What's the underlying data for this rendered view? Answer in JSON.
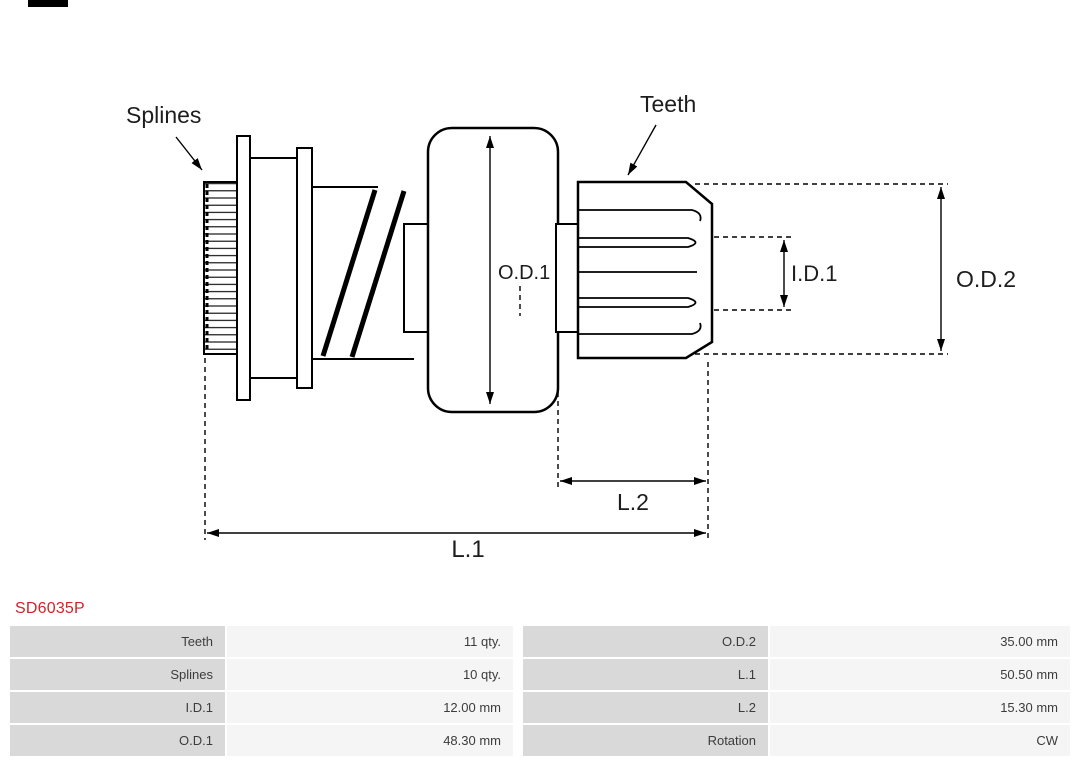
{
  "theme": {
    "accent_red": "#d2232a",
    "table_label_bg": "#d9d9d9",
    "table_value_bg": "#f5f5f5"
  },
  "diagram": {
    "labels": {
      "splines": "Splines",
      "teeth": "Teeth",
      "od1": "O.D.1",
      "id1": "I.D.1",
      "od2": "O.D.2",
      "l1": "L.1",
      "l2": "L.2"
    }
  },
  "part": {
    "number": "SD6035P"
  },
  "spec_table": {
    "rows": [
      [
        "Teeth",
        "11 qty.",
        "O.D.2",
        "35.00 mm"
      ],
      [
        "Splines",
        "10 qty.",
        "L.1",
        "50.50 mm"
      ],
      [
        "I.D.1",
        "12.00 mm",
        "L.2",
        "15.30 mm"
      ],
      [
        "O.D.1",
        "48.30 mm",
        "Rotation",
        "CW"
      ]
    ]
  }
}
